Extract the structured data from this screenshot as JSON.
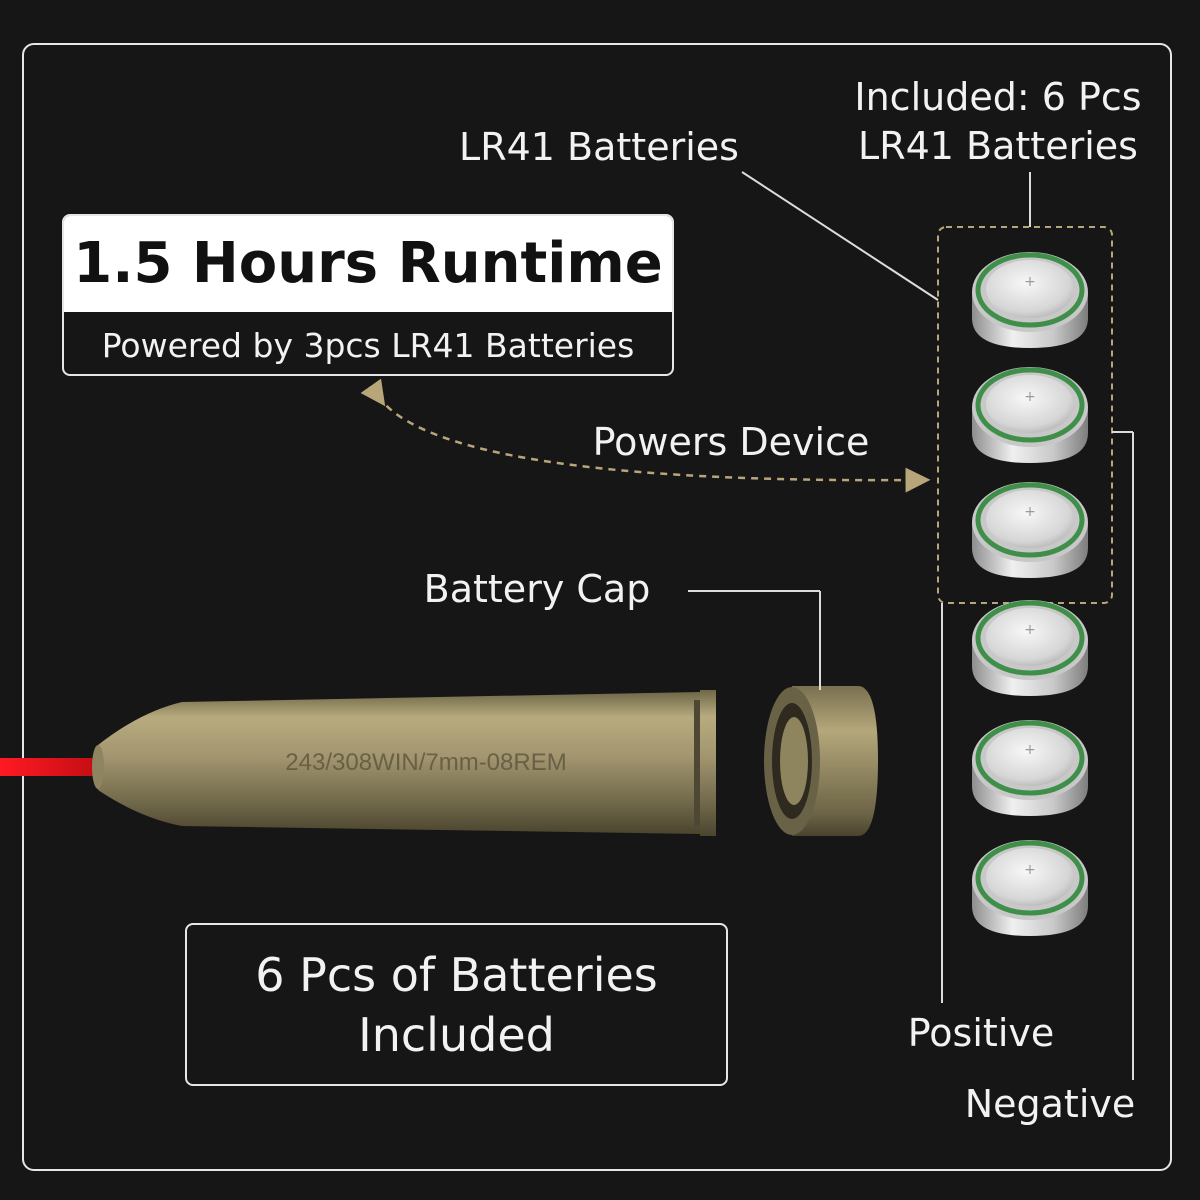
{
  "labels": {
    "included_line1": "Included: 6 Pcs",
    "included_line2": "LR41 Batteries",
    "lr41": "LR41 Batteries",
    "powers_device": "Powers Device",
    "battery_cap": "Battery Cap",
    "positive": "Positive",
    "negative": "Negative"
  },
  "runtime": {
    "title": "1.5 Hours Runtime",
    "subtitle": "Powered by 3pcs LR41 Batteries"
  },
  "included_box": {
    "line1": "6 Pcs of Batteries",
    "line2": "Included"
  },
  "bullet": {
    "engraving": "243/308WIN/7mm-08REM"
  },
  "colors": {
    "background": "#161616",
    "laser": "#e0101a",
    "brass": "#a89a6a",
    "battery_ring": "#3f8f4a",
    "dashed_accent": "#b9a57a"
  }
}
